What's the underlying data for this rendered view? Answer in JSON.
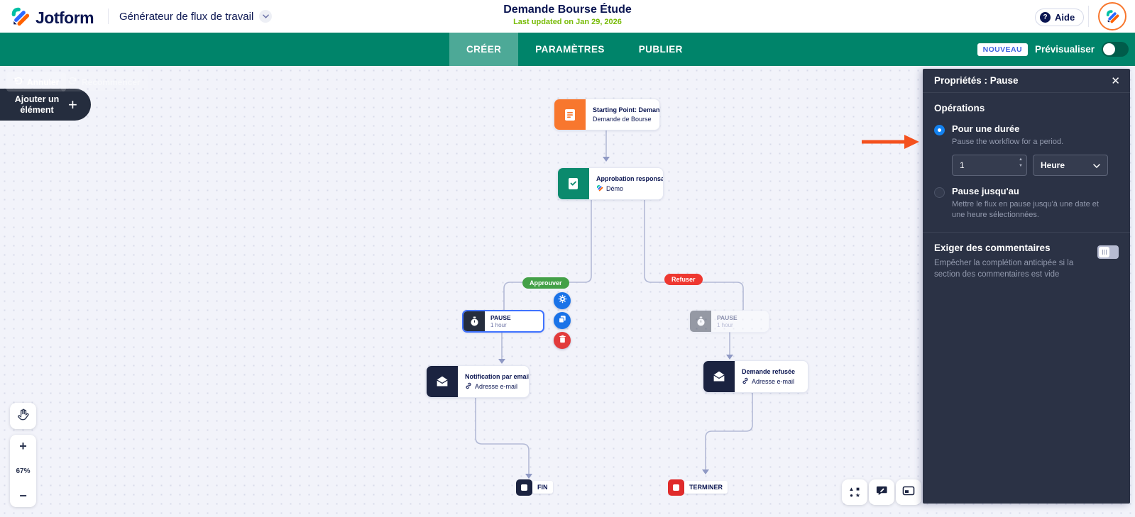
{
  "header": {
    "brand": "Jotform",
    "product_menu": "Générateur de flux de travail",
    "form_title": "Demande Bourse Étude",
    "last_updated": "Last updated on Jan 29, 2026",
    "help": "Aide",
    "help_icon": "?"
  },
  "toolbar": {
    "undo": "Annuler",
    "redo": "Recommencer",
    "tabs": [
      {
        "label": "CRÉER"
      },
      {
        "label": "PARAMÈTRES"
      },
      {
        "label": "PUBLIER"
      }
    ],
    "active_tab": "CRÉER",
    "new_badge": "NOUVEAU",
    "preview": "Prévisualiser"
  },
  "canvas": {
    "add_element": "Ajouter un élément",
    "zoom_percent": "67%",
    "zoom_in": "+",
    "zoom_out": "−",
    "branches": {
      "approve": "Approuver",
      "reject": "Refuser"
    },
    "nodes": {
      "start": {
        "title": "Starting Point: Demande Bou...",
        "subtitle": "Demande de Bourse"
      },
      "approval": {
        "title": "Approbation responsable bo...",
        "subtitle": "Démo"
      },
      "pause_selected": {
        "title": "PAUSE",
        "subtitle": "1 hour"
      },
      "pause_faded": {
        "title": "PAUSE",
        "subtitle": "1 hour"
      },
      "email_left": {
        "title": "Notification par email - dema...",
        "subtitle": "Adresse e-mail"
      },
      "email_right": {
        "title": "Demande refusée",
        "subtitle": "Adresse e-mail"
      },
      "end_left": {
        "label": "FIN"
      },
      "end_right": {
        "label": "TERMINER"
      }
    }
  },
  "panel": {
    "title": "Propriétés : Pause",
    "close_icon": "✕",
    "section_title": "Opérations",
    "option_duration": {
      "label": "Pour une durée",
      "description": "Pause the workflow for a period."
    },
    "duration_value": "1",
    "duration_unit": "Heure",
    "option_until": {
      "label": "Pause jusqu'au",
      "description": "Mettre le flux en pause jusqu'à une date et une heure sélectionnées."
    },
    "comments": {
      "title": "Exiger des commentaires",
      "description": "Empêcher la complétion anticipée si la section des commentaires est vide"
    }
  },
  "colors": {
    "teal": "#00846A",
    "navy": "#0A1551",
    "node_dark": "#252D3E",
    "orange": "#F8772E",
    "approve_green": "#43A047",
    "reject_red": "#EE3831",
    "accent_blue": "#1A73E8",
    "panel_bg": "#2B3245",
    "connector": "#B3BAD6"
  }
}
